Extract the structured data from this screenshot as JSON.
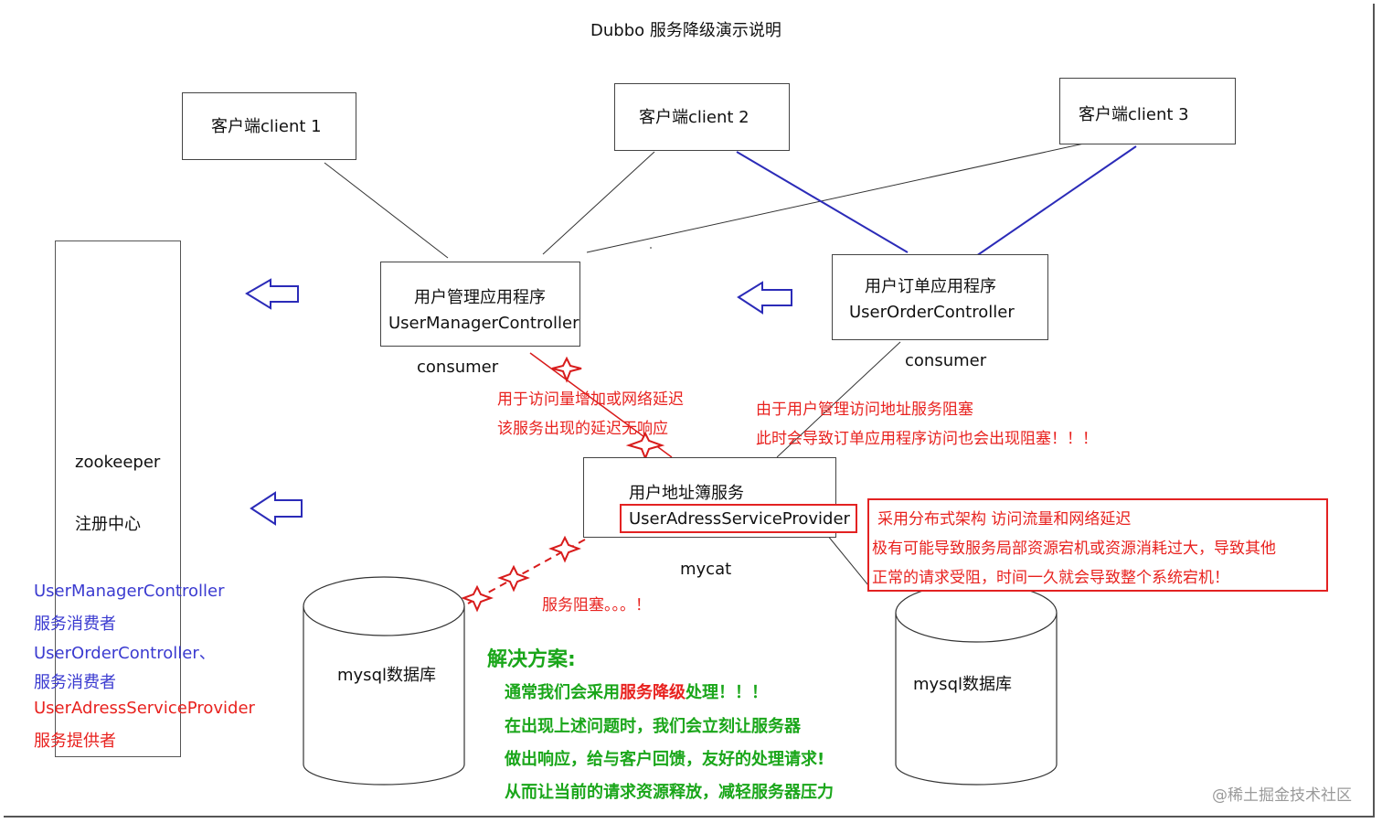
{
  "title": "Dubbo 服务降级演示说明",
  "clients": [
    "客户端client  1",
    "客户端client  2",
    "客户端client  3"
  ],
  "zookeeper": {
    "name": "zookeeper",
    "subtitle": "注册中心"
  },
  "user_manager": {
    "cn": "用户管理应用程序",
    "en": "UserManagerController",
    "role": "consumer"
  },
  "user_order": {
    "cn": "用户订单应用程序",
    "en": "UserOrderController",
    "role": "consumer"
  },
  "address_service": {
    "cn": "用户地址簿服务",
    "en": "UserAdressServiceProvider",
    "middleware": "mycat"
  },
  "databases": [
    "mysql数据库",
    "mysql数据库"
  ],
  "notes": {
    "delay_line1": "用于访问量增加或网络延迟",
    "delay_line2": "该服务出现的延迟无响应",
    "block_line1": "由于用户管理访问地址服务阻塞",
    "block_line2": "此时会导致订单应用程序访问也会出现阻塞！！！",
    "service_blocked": "服务阻塞。。。！",
    "risk_box": [
      "采用分布式架构 访问流量和网络延迟",
      "极有可能导致服务局部资源宕机或资源消耗过大，导致其他",
      "正常的请求受阻，时间一久就会导致整个系统宕机！"
    ]
  },
  "legend": [
    {
      "text": "UserManagerController",
      "color": "#3b3bd0"
    },
    {
      "text": "服务消费者",
      "color": "#3b3bd0"
    },
    {
      "text": "UserOrderController、",
      "color": "#3b3bd0"
    },
    {
      "text": "服务消费者",
      "color": "#3b3bd0"
    },
    {
      "text": "UserAdressServiceProvider",
      "color": "#e8221f"
    },
    {
      "text": "服务提供者",
      "color": "#e8221f"
    }
  ],
  "solution": {
    "heading": "解决方案:",
    "line1_pre": "通常我们会采用",
    "line1_emph": "服务降级",
    "line1_post": "处理！！！",
    "line2": "在出现上述问题时，我们会立刻让服务器",
    "line3": "做出响应，给与客户回馈，友好的处理请求!",
    "line4": "从而让当前的请求资源释放，减轻服务器压力"
  },
  "watermark": "@稀土掘金技术社区",
  "colors": {
    "red": "#e8221f",
    "blue": "#3b3bd0",
    "green": "#1aa61a"
  }
}
